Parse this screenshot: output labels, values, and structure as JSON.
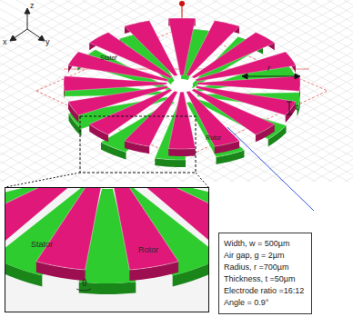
{
  "diagram": {
    "nodes": [
      {
        "text": [
          "Stator",
          "Rotor",
          "θ"
        ]
      },
      {
        "text": [
          "Width, w = 500µm",
          "Air gap, g = 2µm",
          "Radius, r =700µm",
          "Thickness, t =50µm",
          "Electrode ratio =16:12",
          "Angle = 0.9°"
        ]
      }
    ],
    "labels": [
      "z",
      "x",
      "y",
      "Stator",
      "Rotor",
      "r",
      "t"
    ]
  }
}
